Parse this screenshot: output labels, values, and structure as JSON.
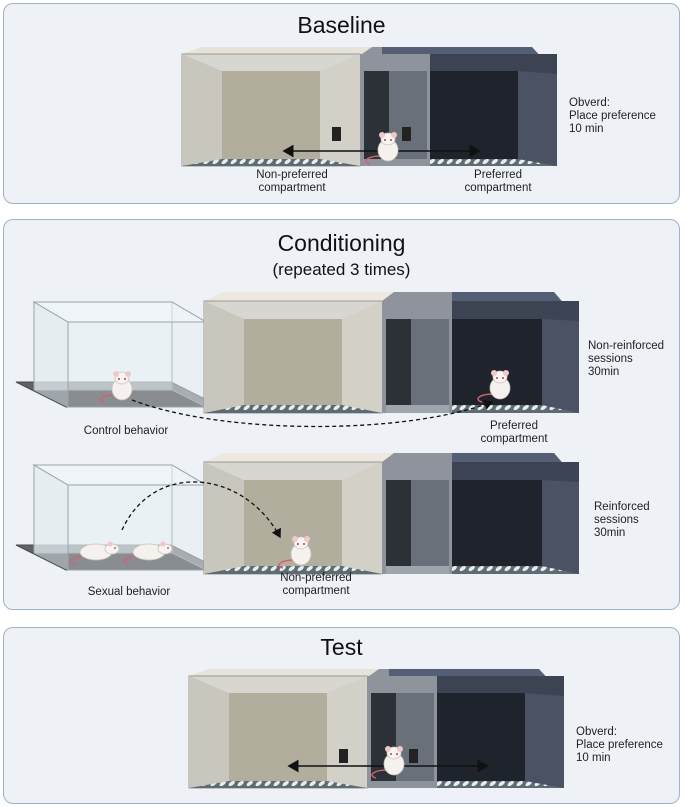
{
  "baseline": {
    "title": "Baseline",
    "left_label": [
      "Non-preferred",
      "compartment"
    ],
    "right_label": [
      "Preferred",
      "compartment"
    ],
    "observed": [
      "Obverd:",
      "Place preference",
      "10 min"
    ]
  },
  "conditioning": {
    "title": "Conditioning",
    "subtitle": "(repeated 3 times)",
    "control_label": "Control behavior",
    "preferred_label": [
      "Preferred",
      "compartment"
    ],
    "nonreinforced": [
      "Non-reinforced",
      "sessions",
      "30min"
    ],
    "sexual_label": "Sexual behavior",
    "nonpreferred_label": [
      "Non-preferred",
      "compartment"
    ],
    "reinforced": [
      "Reinforced",
      "sessions",
      "30min"
    ]
  },
  "test": {
    "title": "Test",
    "observed": [
      "Obverd:",
      "Place preference",
      "10 min"
    ]
  },
  "colors": {
    "panel_bg": "#eef1f6",
    "panel_border": "#9fb2cc",
    "light_top": "#ede8e0",
    "light_wall": "#b3afa0",
    "dark_top": "#525c72",
    "dark_wall": "#1f232b",
    "mid_wall": "#6a707a"
  },
  "icons": [
    "rat-icon",
    "cage-icon",
    "chamber-box-icon",
    "double-arrow-icon",
    "dashed-arrow-icon"
  ]
}
